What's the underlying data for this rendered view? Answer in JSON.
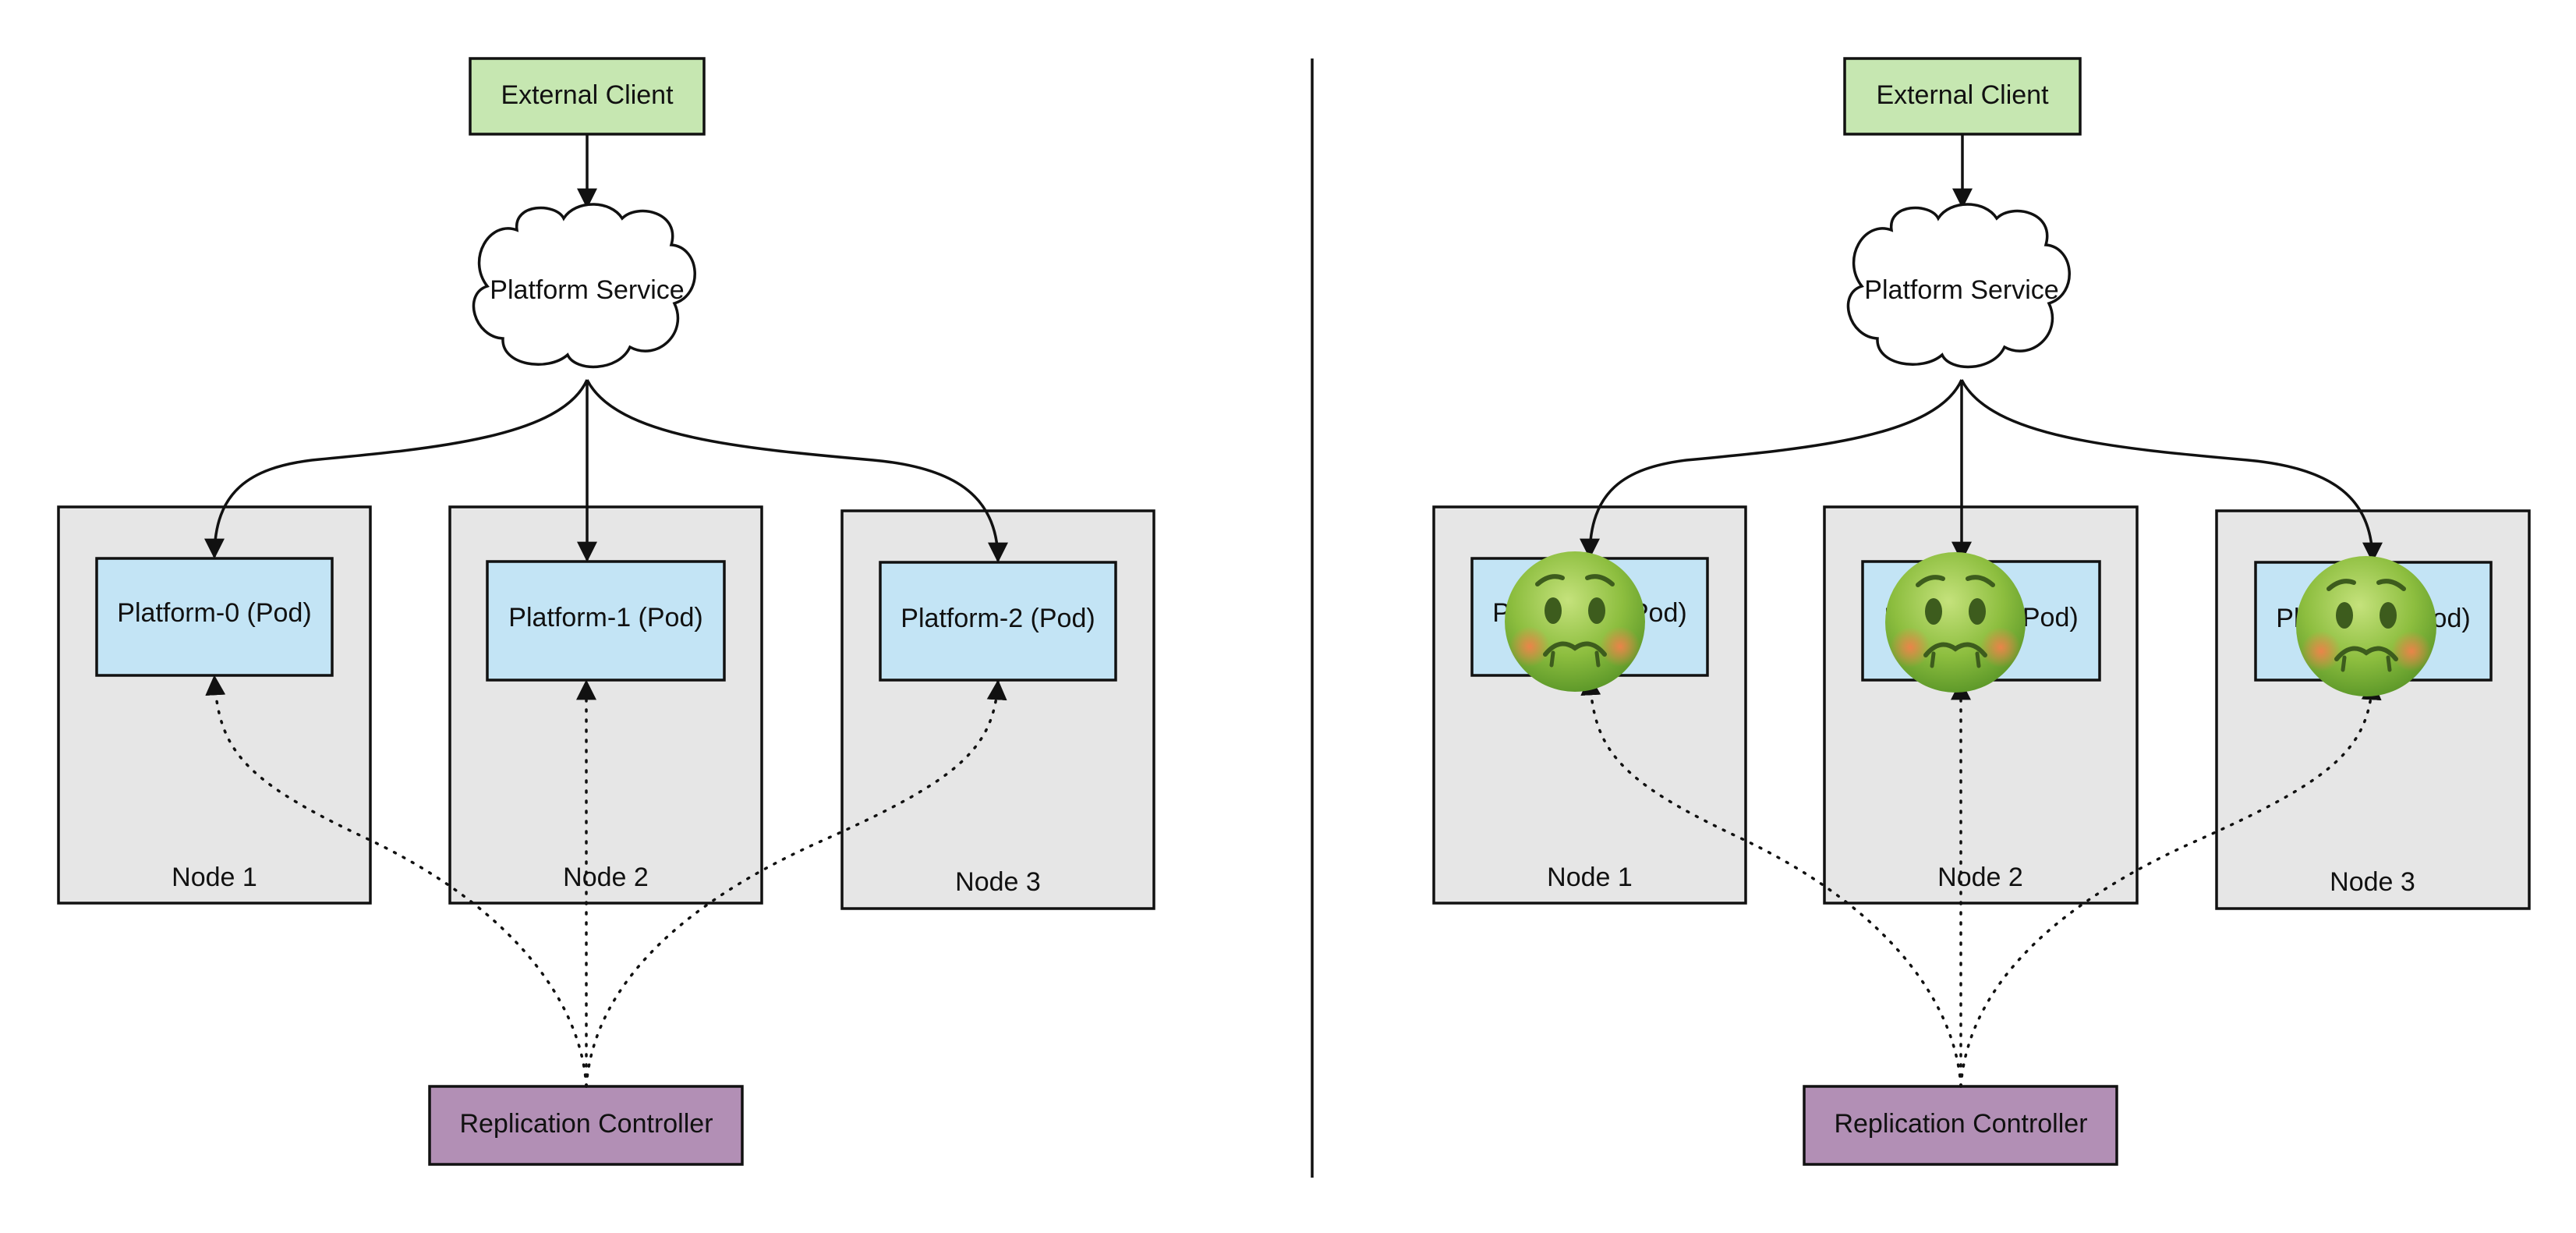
{
  "panels": [
    {
      "id": "healthy",
      "external_client": "External Client",
      "service": "Platform Service",
      "nodes": [
        {
          "label": "Node 1",
          "pod": "Platform-0 (Pod)",
          "sick": false
        },
        {
          "label": "Node 2",
          "pod": "Platform-1 (Pod)",
          "sick": false
        },
        {
          "label": "Node 3",
          "pod": "Platform-2 (Pod)",
          "sick": false
        }
      ],
      "controller": "Replication Controller"
    },
    {
      "id": "sick",
      "external_client": "External Client",
      "service": "Platform Service",
      "nodes": [
        {
          "label": "Node 1",
          "pod": "Platform-0 (Pod)",
          "sick": true
        },
        {
          "label": "Node 2",
          "pod": "Platform-1 (Pod)",
          "sick": true
        },
        {
          "label": "Node 3",
          "pod": "Platform-2 (Pod)",
          "sick": true
        }
      ],
      "controller": "Replication Controller"
    }
  ],
  "colors": {
    "external_client": "#c6e7b1",
    "pod": "#c3e4f5",
    "node": "#e6e6e6",
    "controller": "#b28fb5",
    "sick_face": "#8bc34a"
  },
  "icons": [
    "nauseated-face-icon"
  ]
}
